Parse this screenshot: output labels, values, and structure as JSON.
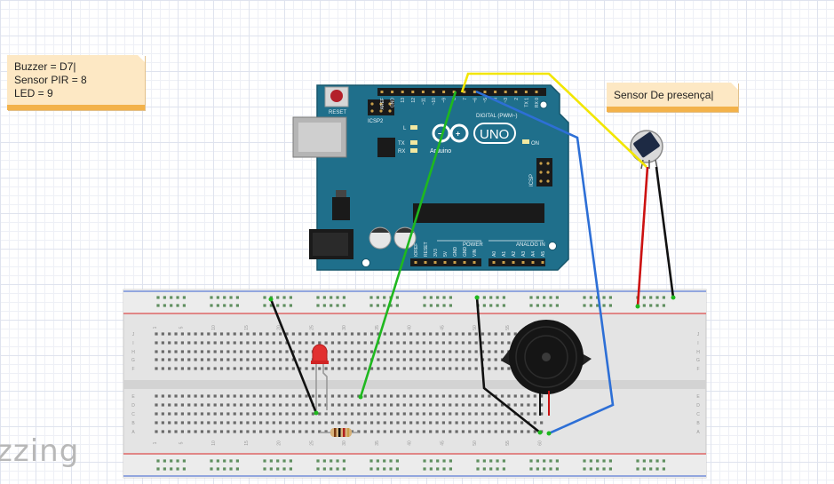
{
  "notes": {
    "pin_map": [
      "Buzzer = D7",
      "Sensor PIR = 8",
      "LED = 9"
    ],
    "sensor_label": "Sensor De presença"
  },
  "arduino": {
    "reset_label": "RESET",
    "icsp2_label": "ICSP2",
    "l_label": "L",
    "tx_label": "TX",
    "rx_label": "RX",
    "on_label": "ON",
    "model_label": "UNO",
    "brand_label": "Arduino",
    "icsp_label": "ICSP",
    "digital_label": "DIGITAL (PWM~)",
    "power_label": "POWER",
    "analog_label": "ANALOG IN",
    "digital_pins": [
      "AREF",
      "GND",
      "13",
      "12",
      "~11",
      "~10",
      "~9",
      "8",
      "7",
      "~6",
      "~5",
      "4",
      "~3",
      "2",
      "TX 1",
      "RX 0"
    ],
    "power_pins": [
      "IOREF",
      "RESET",
      "3V3",
      "5V",
      "GND",
      "GND",
      "VIN"
    ],
    "analog_pins": [
      "A0",
      "A1",
      "A2",
      "A3",
      "A4",
      "A5"
    ],
    "board_color": "#1f6f8b"
  },
  "breadboard": {
    "column_numbers": [
      "1",
      "5",
      "10",
      "15",
      "20",
      "25",
      "30",
      "35",
      "40",
      "45",
      "50",
      "55",
      "60"
    ],
    "row_letters_top": [
      "J",
      "I",
      "H",
      "G",
      "F"
    ],
    "row_letters_bottom": [
      "E",
      "D",
      "C",
      "B",
      "A"
    ]
  },
  "wires": {
    "yellow": "#f2e600",
    "green": "#1fb81f",
    "blue": "#2d6fd6",
    "black": "#111111",
    "red": "#cc1111"
  },
  "watermark": "zzing"
}
